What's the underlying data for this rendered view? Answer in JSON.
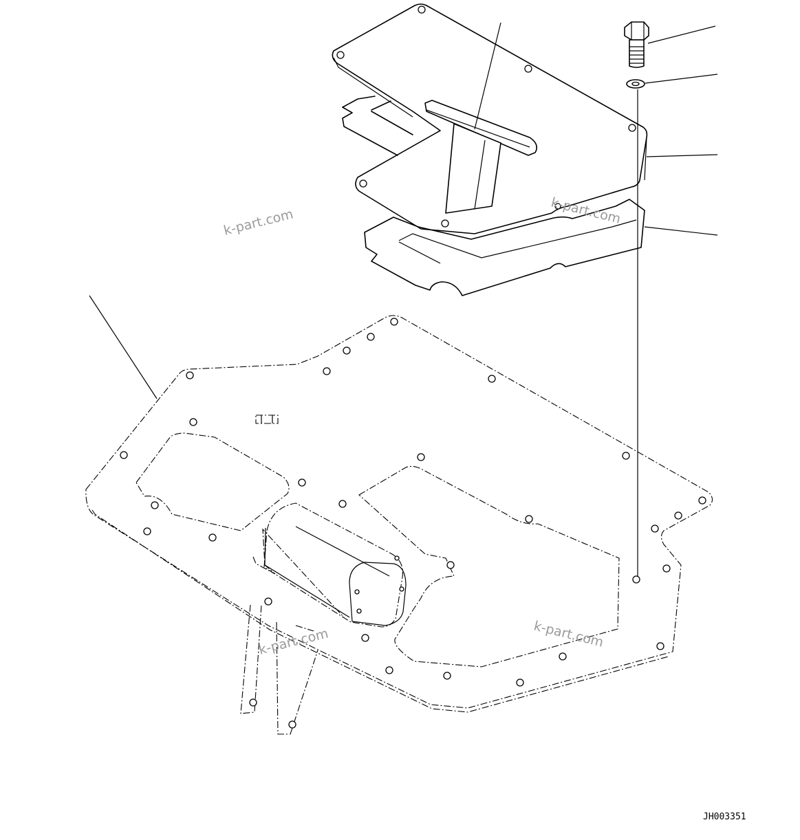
{
  "watermarks": [
    "k-part.com",
    "k-part.com",
    "k-part.com",
    "k-part.com"
  ],
  "drawing_code": "JH003351"
}
